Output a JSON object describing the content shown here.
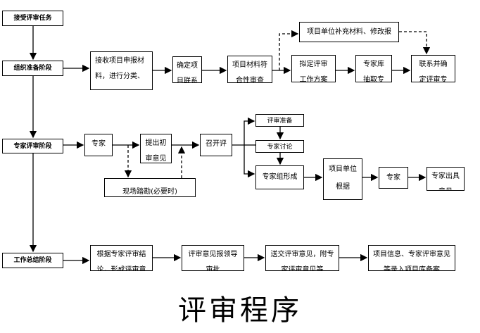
{
  "stages": [
    "接受评审任务",
    "组织准备阶段",
    "专家评审阶段",
    "工作总结阶段"
  ],
  "prep": [
    "接收项目申报材料，进行分类、",
    "确定项目联系",
    "项目材料符合性审查",
    "拟定评审工作方案",
    "专家库抽取专家",
    "联系并确定评审专家",
    "项目单位补充材料、修改报告"
  ],
  "review": [
    "专家",
    "提出初审意见",
    "召开评",
    "评审准备",
    "专家讨论",
    "专家组形成",
    "项目单位根据",
    "专家",
    "专家出具意见",
    "现场踏勘(必要时)"
  ],
  "summary": [
    "根据专家评审结论，形成评审意见",
    "评审意见报领导审批",
    "送交评审意见，附专家评审意见等",
    "项目信息、专家评审意见等录入项目库备案"
  ],
  "title": "评审程序"
}
